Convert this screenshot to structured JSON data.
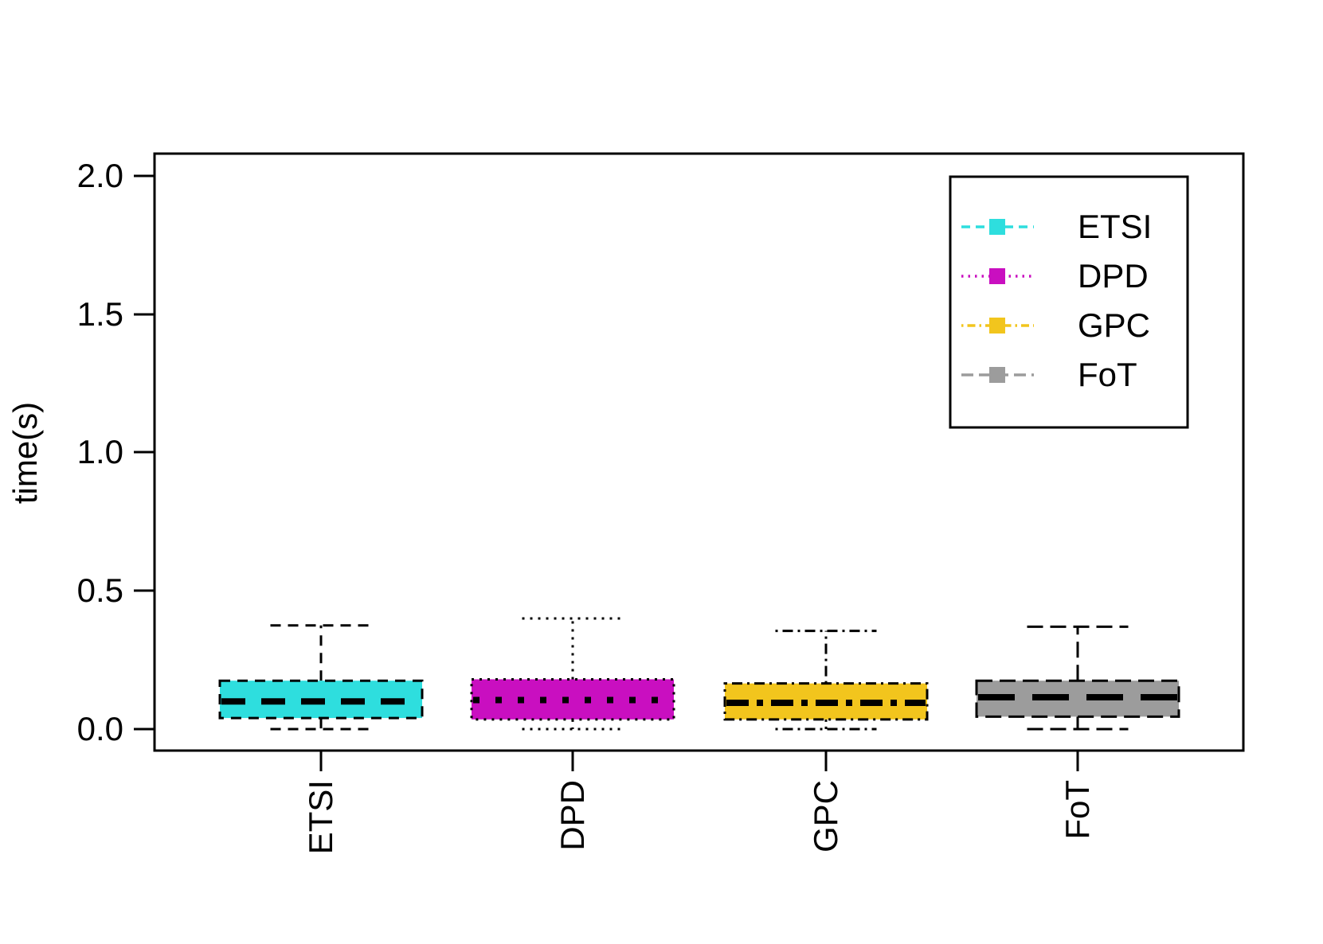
{
  "chart_data": {
    "type": "boxplot",
    "title": "",
    "xlabel": "",
    "ylabel": "time(s)",
    "ylim": [
      0.0,
      2.0
    ],
    "grid": false,
    "ytick_labels": [
      "2.0",
      "1.5",
      "1.0",
      "0.5",
      "0.0"
    ],
    "ytick_values": [
      2.0,
      1.5,
      1.0,
      0.5,
      0.0
    ],
    "categories": [
      "ETSI",
      "DPD",
      "GPC",
      "FoT"
    ],
    "series": [
      {
        "name": "ETSI",
        "color": "#2EDEDE",
        "linetype": "dashed",
        "whisker_low": 0.0,
        "q1": 0.04,
        "median": 0.1,
        "q3": 0.175,
        "whisker_high": 0.375
      },
      {
        "name": "DPD",
        "color": "#C90FC0",
        "linetype": "dotted",
        "whisker_low": 0.0,
        "q1": 0.035,
        "median": 0.105,
        "q3": 0.18,
        "whisker_high": 0.4
      },
      {
        "name": "GPC",
        "color": "#F2C51D",
        "linetype": "dotdash",
        "whisker_low": 0.0,
        "q1": 0.035,
        "median": 0.095,
        "q3": 0.165,
        "whisker_high": 0.355
      },
      {
        "name": "FoT",
        "color": "#9C9C9C",
        "linetype": "longdash",
        "whisker_low": 0.0,
        "q1": 0.045,
        "median": 0.115,
        "q3": 0.175,
        "whisker_high": 0.37
      }
    ],
    "legend": {
      "position": "top-right",
      "entries": [
        "ETSI",
        "DPD",
        "GPC",
        "FoT"
      ]
    }
  }
}
